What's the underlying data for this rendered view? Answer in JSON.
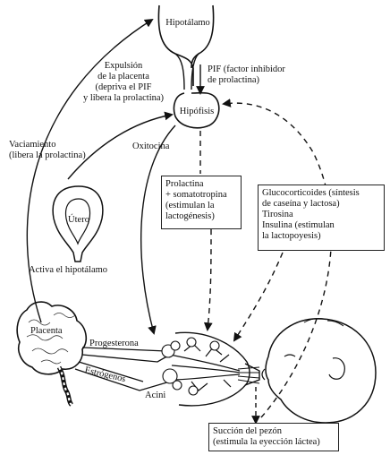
{
  "labels": {
    "hipotalamo": "Hipotálamo",
    "pif": "PIF (factor inhibidor\nde prolactina)",
    "hipofisis": "Hipófisis",
    "expulsion": "Expulsión\nde la placenta\n(depriva el PIF\ny libera la prolactina)",
    "vaciamiento": "Vaciamiento\n(libera la prolactina)",
    "oxitocina": "Oxitocina",
    "utero": "Útero",
    "activa": "Activa el hipotálamo",
    "placenta": "Placenta",
    "progesterona": "Progesterona",
    "estrogenos": "Estrógenos",
    "acini": "Acini"
  },
  "boxes": {
    "prolactina": "Prolactina\n+ somatotropina\n(estimulan la\nlactogénesis)",
    "gluco": "Glucocorticoides (síntesis\nde caseína y lactosa)\nTirosina\nInsulina (estimulan\nla lactopoyesis)",
    "succion": "Succión del pezón\n(estimula la eyección láctea)"
  }
}
